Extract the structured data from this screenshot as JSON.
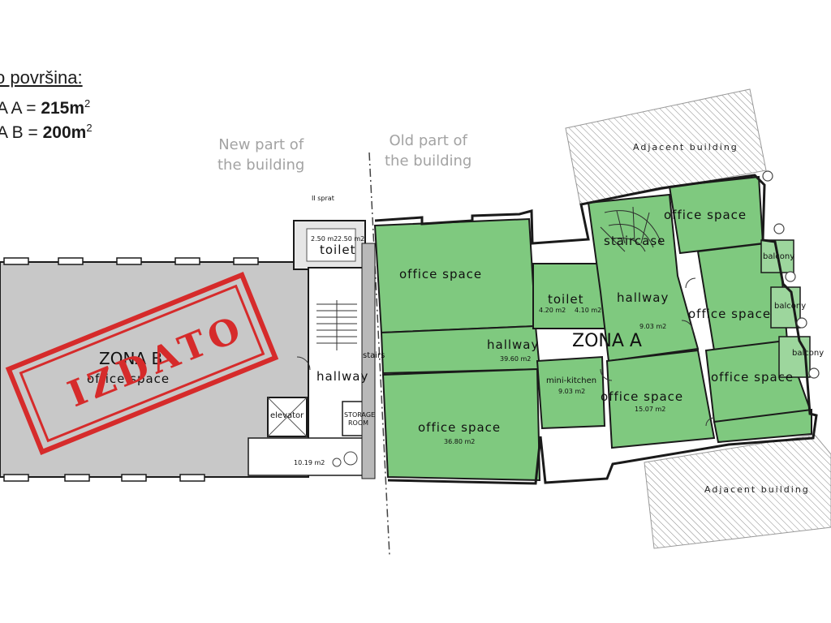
{
  "header": {
    "heading": "o površina:",
    "zone_a_label": "A A = ",
    "zone_a_value": "215m",
    "zone_b_label": "A B = ",
    "zone_b_value": "200m",
    "unit_sup": "2"
  },
  "parts": {
    "new_line1": "New part of",
    "new_line2": "the building",
    "old_line1": "Old part of",
    "old_line2": "the building"
  },
  "zones": {
    "zone_a": "ZONA A",
    "zone_b": "ZONA B",
    "stamp": "IZDATO"
  },
  "rooms": {
    "office_1": "office space",
    "office_2": "office space",
    "office_3": "office space",
    "office_4": "office space",
    "office_5": "office space",
    "office_6": "office space",
    "office_b": "office space",
    "hallway_main": "hallway",
    "hallway_right": "hallway",
    "hallway_b": "hallway",
    "toilet_a": "toilet",
    "toilet_b": "toilet",
    "staircase": "staircase",
    "stairs": "stairs",
    "elevator": "elevator",
    "storage_1": "STORAGE",
    "storage_2": "ROOM",
    "mini_kitchen": "mini-kitchen",
    "balcony_1": "balcony",
    "balcony_2": "balcony",
    "balcony_3": "balcony",
    "adjacent_top": "Adjacent building",
    "adjacent_bottom": "Adjacent building"
  },
  "areas": {
    "office_3680": "36.80 m2",
    "hallway_3960": "39.60 m2",
    "toilet_420": "4.20 m2",
    "toilet_410": "4.10 m2",
    "hallway_903": "9.03 m2",
    "kitchen_903": "9.03 m2",
    "office_1507": "15.07 m2",
    "b_1019": "10.19 m2",
    "toilet_b_1": "2.50 m2",
    "toilet_b_2": "2.50 m2",
    "sprat": "II sprat"
  },
  "colors": {
    "zone_a_fill": "#7fc97f",
    "zone_b_fill": "#c8c8c8",
    "stamp": "#d62b2b",
    "wall": "#1a1a1a",
    "text_grey": "#a3a3a3"
  }
}
